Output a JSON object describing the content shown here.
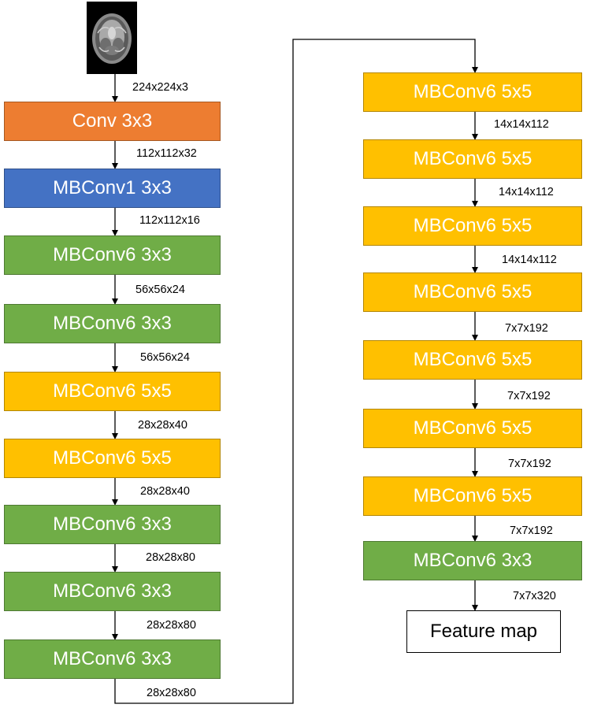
{
  "colors": {
    "conv": "#ED7D31",
    "mbconv1": "#4472C4",
    "mbconv6_3x3": "#70AD47",
    "mbconv6_5x5": "#FFC000",
    "output": "#FFFFFF",
    "connector": "#000000"
  },
  "input": {
    "icon": "brain-mri-icon"
  },
  "left_column": {
    "blocks": [
      {
        "label": "Conv 3x3",
        "kind": "conv"
      },
      {
        "label": "MBConv1 3x3",
        "kind": "mbconv1"
      },
      {
        "label": "MBConv6 3x3",
        "kind": "mbconv6_3x3"
      },
      {
        "label": "MBConv6 3x3",
        "kind": "mbconv6_3x3"
      },
      {
        "label": "MBConv6 5x5",
        "kind": "mbconv6_5x5"
      },
      {
        "label": "MBConv6 5x5",
        "kind": "mbconv6_5x5"
      },
      {
        "label": "MBConv6 3x3",
        "kind": "mbconv6_3x3"
      },
      {
        "label": "MBConv6 3x3",
        "kind": "mbconv6_3x3"
      },
      {
        "label": "MBConv6 3x3",
        "kind": "mbconv6_3x3"
      }
    ],
    "dims": [
      "224x224x3",
      "112x112x32",
      "112x112x16",
      "56x56x24",
      "56x56x24",
      "28x28x40",
      "28x28x40",
      "28x28x80",
      "28x28x80",
      "28x28x80"
    ]
  },
  "right_column": {
    "blocks": [
      {
        "label": "MBConv6 5x5",
        "kind": "mbconv6_5x5"
      },
      {
        "label": "MBConv6 5x5",
        "kind": "mbconv6_5x5"
      },
      {
        "label": "MBConv6 5x5",
        "kind": "mbconv6_5x5"
      },
      {
        "label": "MBConv6 5x5",
        "kind": "mbconv6_5x5"
      },
      {
        "label": "MBConv6 5x5",
        "kind": "mbconv6_5x5"
      },
      {
        "label": "MBConv6 5x5",
        "kind": "mbconv6_5x5"
      },
      {
        "label": "MBConv6 5x5",
        "kind": "mbconv6_5x5"
      },
      {
        "label": "MBConv6 3x3",
        "kind": "mbconv6_3x3"
      }
    ],
    "dims": [
      "14x14x112",
      "14x14x112",
      "14x14x112",
      "7x7x192",
      "7x7x192",
      "7x7x192",
      "7x7x192",
      "7x7x320"
    ],
    "output": {
      "label": "Feature map",
      "kind": "output"
    }
  }
}
